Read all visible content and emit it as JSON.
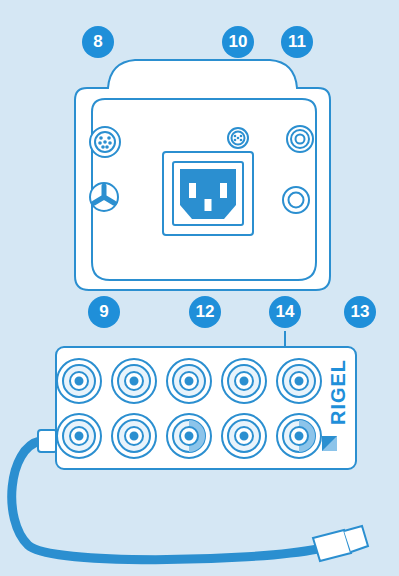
{
  "diagram": {
    "labels": [
      "8",
      "10",
      "11",
      "9",
      "12",
      "14",
      "13",
      "RIGEL"
    ]
  }
}
